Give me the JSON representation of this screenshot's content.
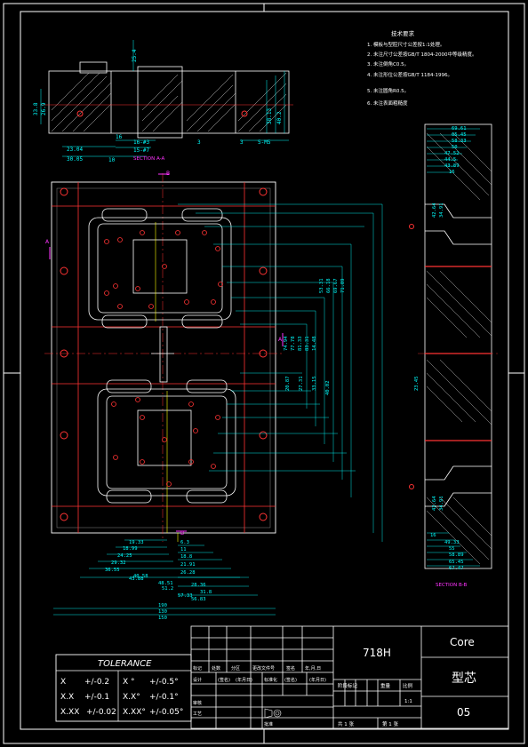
{
  "notes": {
    "title": "技术要求",
    "items": [
      "1. 模板与型腔尺寸公差按1:1处理。",
      "2. 未注尺寸公差按GB/T 1804-2000中等级精度。",
      "3. 未注倒角C0.5。",
      "4. 未注形位公差按GB/T 1184-1996。",
      "5. 未注圆角R0.5。",
      "6. 未注表面粗糙度"
    ]
  },
  "sections": {
    "a": "SECTION A-A",
    "b": "SECTION B-B"
  },
  "markers": {
    "a": "A",
    "b": "B"
  },
  "title_block": {
    "material": "718H",
    "part_en": "Core",
    "part_cn": "型芯",
    "drawing_no": "05",
    "scale": "1:1",
    "sheets": "共 1 张",
    "sheet": "第 1 张",
    "row_headers": [
      "标记",
      "处数",
      "分区",
      "更改文件号",
      "签名",
      "年,月,日"
    ],
    "row2": [
      "设计",
      "(签名)",
      "(年月日)",
      "标准化",
      "(签名)",
      "(年月日)"
    ],
    "row3": [
      "审核",
      "工艺",
      "批准"
    ],
    "stage_headers": [
      "阶段标记",
      "重量",
      "比例"
    ]
  },
  "tolerance": {
    "title": "TOLERANCE",
    "rows": [
      [
        "X",
        "+/-0.2",
        "X °",
        "+/-0.5°"
      ],
      [
        "X.X",
        "+/-0.1",
        "X.X°",
        "+/-0.1°"
      ],
      [
        "X.XX",
        "+/-0.02",
        "X.XX°",
        "+/-0.05°"
      ]
    ]
  },
  "dims": {
    "top_left": [
      "23.04",
      "30.05",
      "10",
      "16",
      "16-#3",
      "15-#7",
      "3",
      "5-M5",
      "3"
    ],
    "top_right": [
      "33.8",
      "26.9",
      "38.13",
      "40.2",
      "25.4"
    ],
    "right_top": [
      "69.61",
      "65.45",
      "58.33",
      "50",
      "47.52",
      "44.5",
      "43.89",
      "16"
    ],
    "right_bottom": [
      "16",
      "49.33",
      "55",
      "58.89",
      "65.45",
      "67.47"
    ],
    "right_mid": [
      "42.64",
      "34.91",
      "42.64",
      "34.91",
      "23.45"
    ],
    "bottom": [
      "19.33",
      "18.99",
      "24.25",
      "29.32",
      "36.55",
      "40.58",
      "43.88",
      "48.51",
      "51.2",
      "57.33",
      "190",
      "130",
      "150"
    ],
    "bottom_small": [
      "6.3",
      "11",
      "18.8",
      "21.91",
      "26.28",
      "28.36",
      "31.8",
      "56.83"
    ],
    "vertical_mid": [
      "53.31",
      "66.18",
      "69.67",
      "71.89",
      "74.94",
      "77.78",
      "81.33",
      "83.31",
      "14.48",
      "20.87",
      "27.31",
      "33.15",
      "40.02"
    ]
  }
}
